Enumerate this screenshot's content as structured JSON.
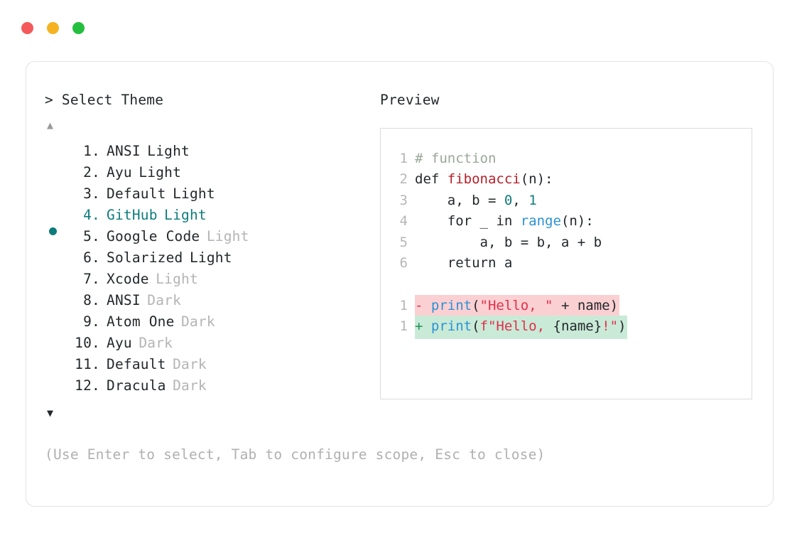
{
  "window": {
    "dots": [
      {
        "name": "close",
        "color": "#f4595b"
      },
      {
        "name": "minimize",
        "color": "#f5b322"
      },
      {
        "name": "maximize",
        "color": "#24bf3f"
      }
    ]
  },
  "left": {
    "prompt": "> Select Theme",
    "scroll_up": "▲",
    "scroll_down": "▼",
    "selected_index": 4,
    "accent_color": "#0e7c7b",
    "items": [
      {
        "number": " 1.",
        "name": "ANSI",
        "variant": "Light",
        "variant_muted": false,
        "selected": false
      },
      {
        "number": " 2.",
        "name": "Ayu",
        "variant": "Light",
        "variant_muted": false,
        "selected": false
      },
      {
        "number": " 3.",
        "name": "Default",
        "variant": "Light",
        "variant_muted": false,
        "selected": false
      },
      {
        "number": " 4.",
        "name": "GitHub",
        "variant": "Light",
        "variant_muted": false,
        "selected": true
      },
      {
        "number": " 5.",
        "name": "Google Code",
        "variant": "Light",
        "variant_muted": true,
        "selected": false
      },
      {
        "number": " 6.",
        "name": "Solarized",
        "variant": "Light",
        "variant_muted": false,
        "selected": false
      },
      {
        "number": " 7.",
        "name": "Xcode",
        "variant": "Light",
        "variant_muted": true,
        "selected": false
      },
      {
        "number": " 8.",
        "name": "ANSI",
        "variant": "Dark",
        "variant_muted": true,
        "selected": false
      },
      {
        "number": " 9.",
        "name": "Atom One",
        "variant": "Dark",
        "variant_muted": true,
        "selected": false
      },
      {
        "number": "10.",
        "name": "Ayu",
        "variant": "Dark",
        "variant_muted": true,
        "selected": false
      },
      {
        "number": "11.",
        "name": "Default",
        "variant": "Dark",
        "variant_muted": true,
        "selected": false
      },
      {
        "number": "12.",
        "name": "Dracula",
        "variant": "Dark",
        "variant_muted": true,
        "selected": false
      }
    ],
    "hint": "(Use Enter to select, Tab to configure scope, Esc to close)"
  },
  "right": {
    "title": "Preview",
    "code_lines": [
      {
        "number": "1",
        "tokens": [
          {
            "text": "# function",
            "kind": "comment"
          }
        ]
      },
      {
        "number": "2",
        "tokens": [
          {
            "text": "def ",
            "kind": "keyword"
          },
          {
            "text": "fibonacci",
            "kind": "func"
          },
          {
            "text": "(n):",
            "kind": "plain"
          }
        ]
      },
      {
        "number": "3",
        "tokens": [
          {
            "text": "    a, b = ",
            "kind": "plain"
          },
          {
            "text": "0",
            "kind": "num"
          },
          {
            "text": ", ",
            "kind": "plain"
          },
          {
            "text": "1",
            "kind": "num"
          }
        ]
      },
      {
        "number": "4",
        "tokens": [
          {
            "text": "    for _ in ",
            "kind": "plain"
          },
          {
            "text": "range",
            "kind": "builtin"
          },
          {
            "text": "(n):",
            "kind": "plain"
          }
        ]
      },
      {
        "number": "5",
        "tokens": [
          {
            "text": "        a, b = b, a + b",
            "kind": "plain"
          }
        ]
      },
      {
        "number": "6",
        "tokens": [
          {
            "text": "    return a",
            "kind": "plain"
          }
        ]
      }
    ],
    "diff_lines": [
      {
        "number": "1",
        "type": "del",
        "marker": "- ",
        "tokens": [
          {
            "text": "print",
            "kind": "builtin"
          },
          {
            "text": "(",
            "kind": "plain"
          },
          {
            "text": "\"Hello, \"",
            "kind": "string"
          },
          {
            "text": " + name)",
            "kind": "plain"
          }
        ]
      },
      {
        "number": "1",
        "type": "add",
        "marker": "+ ",
        "tokens": [
          {
            "text": "print",
            "kind": "builtin"
          },
          {
            "text": "(",
            "kind": "plain"
          },
          {
            "text": "f\"Hello, ",
            "kind": "string"
          },
          {
            "text": "{name}",
            "kind": "plain"
          },
          {
            "text": "!\"",
            "kind": "string"
          },
          {
            "text": ")",
            "kind": "plain"
          }
        ]
      }
    ]
  }
}
